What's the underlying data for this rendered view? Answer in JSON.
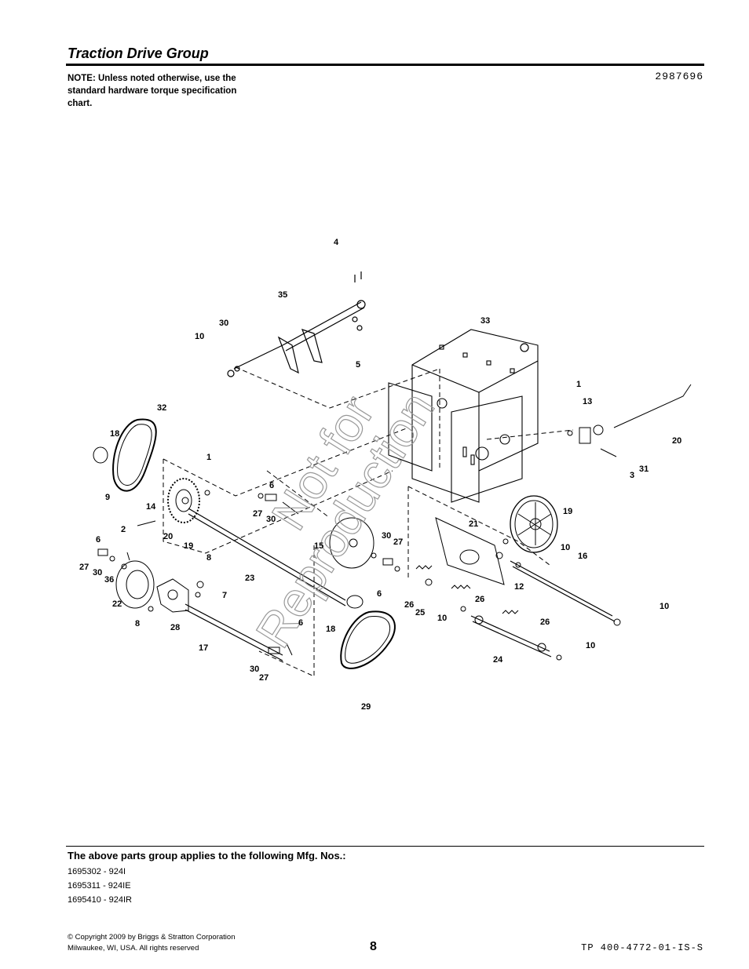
{
  "header": {
    "title": "Traction Drive Group",
    "note": "NOTE: Unless noted otherwise, use the standard hardware torque specification chart.",
    "drawing_number": "2987696"
  },
  "watermark": {
    "line1": "Not for",
    "line2": "Reproduction"
  },
  "callouts": [
    "4",
    "35",
    "30",
    "10",
    "5",
    "33",
    "1",
    "13",
    "20",
    "31",
    "3",
    "32",
    "18",
    "1",
    "9",
    "14",
    "6",
    "27",
    "30",
    "2",
    "6",
    "27",
    "30",
    "36",
    "20",
    "19",
    "22",
    "8",
    "7",
    "28",
    "8",
    "23",
    "15",
    "30",
    "27",
    "6",
    "17",
    "6",
    "30",
    "27",
    "18",
    "21",
    "19",
    "10",
    "16",
    "12",
    "26",
    "25",
    "26",
    "10",
    "26",
    "24",
    "10",
    "10",
    "29"
  ],
  "footer": {
    "applies_title": "The above parts group applies to the following Mfg. Nos.:",
    "mfg_numbers": [
      "1695302 - 924I",
      "1695311 - 924IE",
      "1695410 - 924IR"
    ],
    "copyright_line1": "© Copyright  2009 by Briggs & Stratton Corporation",
    "copyright_line2": "Milwaukee, WI, USA. All rights reserved",
    "page_number": "8",
    "doc_ref": "TP 400-4772-01-IS-S"
  }
}
